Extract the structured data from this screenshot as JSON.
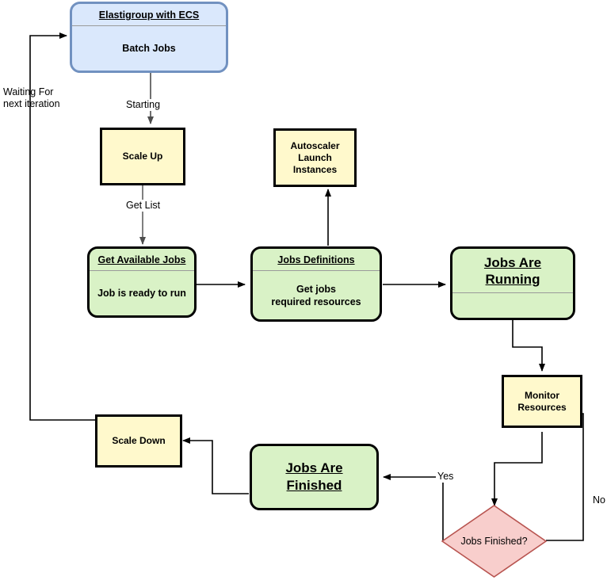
{
  "diagram": {
    "title": "Elastigroup with ECS Batch Jobs flow",
    "colors": {
      "blue_fill": "#dae8fc",
      "blue_stroke": "#7191c0",
      "green_fill": "#d9f2c6",
      "yellow_fill": "#fff9cc",
      "pink_fill": "#f8cecc",
      "pink_stroke": "#b85450",
      "black_stroke": "#000000",
      "gray_stroke": "#808080",
      "divider": "#9a9a9a"
    },
    "nodes": {
      "elastigroup": {
        "title": "Elastigroup with ECS",
        "body": "Batch Jobs"
      },
      "scale_up": {
        "body": "Scale Up"
      },
      "autoscaler": {
        "body": "Autoscaler\nLaunch\nInstances"
      },
      "get_available_jobs": {
        "title": "Get Available Jobs",
        "body": "Job is ready to run"
      },
      "jobs_definitions": {
        "title": "Jobs Definitions",
        "body": "Get jobs\nrequired resources"
      },
      "jobs_are_running": {
        "title": "Jobs Are \nRunning",
        "body": ""
      },
      "monitor_resources": {
        "body": "Monitor\nResources"
      },
      "jobs_finished_decision": {
        "body": "Jobs Finished?"
      },
      "jobs_are_finished": {
        "body": "Jobs Are \nFinished"
      },
      "scale_down": {
        "body": "Scale Down"
      }
    },
    "edge_labels": {
      "waiting": "Waiting For\nnext iteration",
      "starting": "Starting",
      "get_list": "Get List",
      "yes": "Yes",
      "no": "No"
    }
  }
}
